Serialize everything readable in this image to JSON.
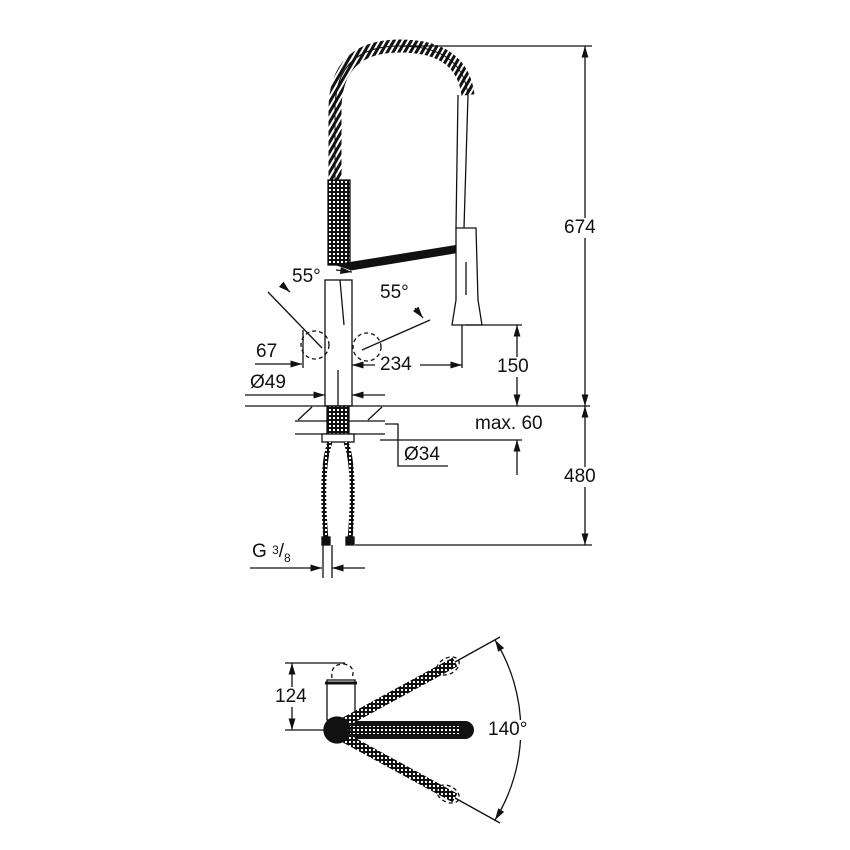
{
  "colors": {
    "line": "#111111",
    "background": "#ffffff"
  },
  "dimensions": {
    "total_height": "674",
    "below_counter": "480",
    "head_clearance": "150",
    "counter_thickness": "max. 60",
    "hole_diameter": "Ø34",
    "body_diameter": "Ø49",
    "lever_offset": "67",
    "spout_reach": "234",
    "lever_angle_left": "55°",
    "lever_angle_right": "55°",
    "thread": {
      "letter": "G",
      "num": "3",
      "den": "8"
    },
    "top_view_height": "124",
    "swivel_angle": "140°"
  }
}
